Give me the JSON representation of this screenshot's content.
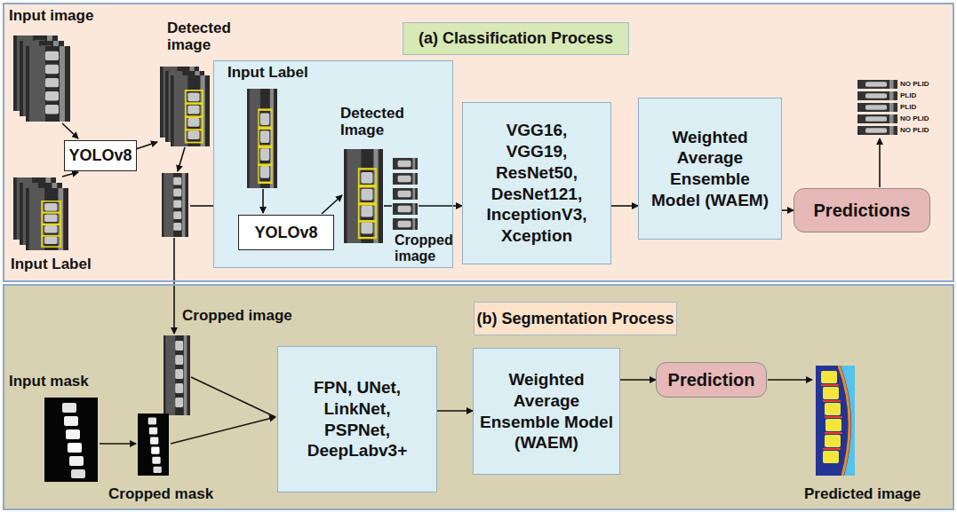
{
  "diagram": {
    "nodes": [
      {
        "text": [
          "(a) Classification Process"
        ]
      },
      {
        "text": [
          "YOLOv8"
        ],
        "in": 0
      },
      {
        "text": [
          "Input Label",
          "Detected Image",
          "Cropped image"
        ],
        "in": 0
      },
      {
        "text": [
          "YOLOv8"
        ],
        "in": 2
      },
      {
        "text": [
          "VGG16, VGG19, ResNet50, DesNet121, InceptionV3, Xception"
        ],
        "in": 0
      },
      {
        "text": [
          "Weighted Average Ensemble Model (WAEM)"
        ],
        "in": 0
      },
      {
        "text": [
          "Predictions"
        ],
        "in": 0
      },
      {
        "text": [
          "(b) Segmentation Process"
        ]
      },
      {
        "text": [
          "FPN, UNet, LinkNet, PSPNet, DeepLabv3+"
        ],
        "in": 7
      },
      {
        "text": [
          "Weighted Average Ensemble Model (WAEM)"
        ],
        "in": 7
      },
      {
        "text": [
          "Prediction"
        ],
        "in": 7
      }
    ],
    "edges": [
      {
        "from": 2,
        "to": 4,
        "arrow": "to"
      },
      {
        "from": 4,
        "to": 5,
        "arrow": "to"
      },
      {
        "from": 5,
        "to": 6,
        "arrow": "to"
      },
      {
        "from": 8,
        "to": 9,
        "arrow": "to"
      },
      {
        "from": 9,
        "to": 10,
        "arrow": "to"
      }
    ],
    "labels": [
      "Input image",
      "Detected image",
      "Input Label",
      "NO PLID",
      "PLID",
      "PLID",
      "NO PLID",
      "NO PLID",
      "Cropped image",
      "Input mask",
      "Cropped mask",
      "Predicted image"
    ]
  }
}
